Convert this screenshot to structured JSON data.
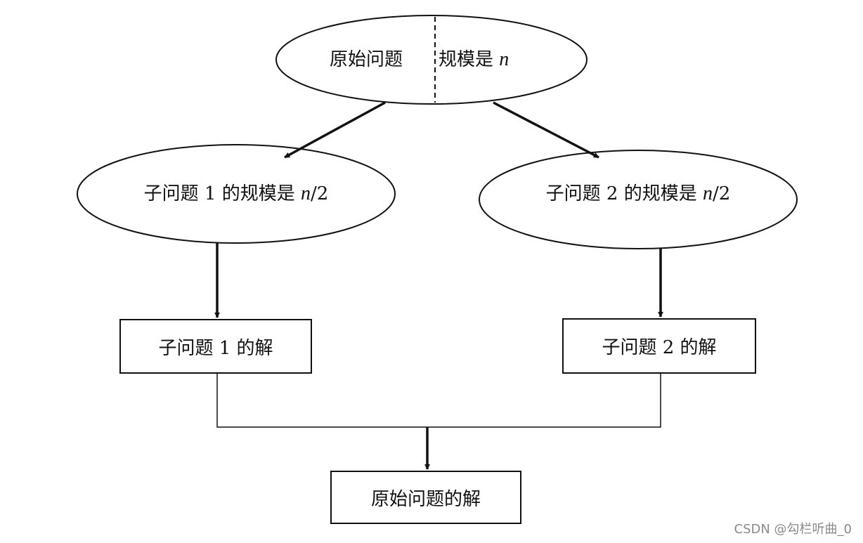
{
  "root": {
    "left_text": "原始问题",
    "right_text": "规模是",
    "right_var": "n"
  },
  "sub1": {
    "prefix": "子问题 1 的规模是",
    "var": "n",
    "suffix": "/2"
  },
  "sub2": {
    "prefix": "子问题 2 的规模是",
    "var": "n",
    "suffix": "/2"
  },
  "sol1": "子问题 1 的解",
  "sol2": "子问题 2 的解",
  "final": "原始问题的解",
  "watermark": "CSDN @勾栏听曲_0",
  "colors": {
    "stroke": "#111111",
    "watermark": "#8a8a8a"
  }
}
